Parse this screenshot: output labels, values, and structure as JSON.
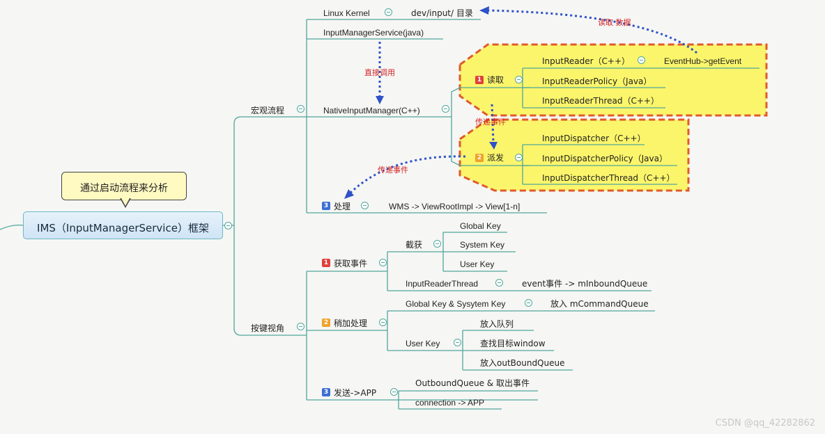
{
  "root": {
    "label": "IMS（InputManagerService）框架"
  },
  "callout": "通过启动流程来分析",
  "macro": {
    "label": "宏观流程",
    "linux_kernel": "Linux Kernel",
    "dev_input": "dev/input/ 目录",
    "ims_java": "InputManagerService(java)",
    "native_manager": "NativeInputManager(C++)",
    "read": {
      "num": "1",
      "label": "读取",
      "items": [
        "InputReader（C++）",
        "InputReaderPolicy（Java）",
        "InputReaderThread（C++）"
      ],
      "eventhub": "EventHub->getEvent"
    },
    "dispatch": {
      "num": "2",
      "label": "派发",
      "items": [
        "InputDispatcher（C++）",
        "InputDispatcherPolicy（Java）",
        "InputDispatcherThread（C++）"
      ]
    },
    "handle": {
      "num": "3",
      "label": "处理",
      "detail": "WMS -> ViewRootImpl -> View[1-n]"
    }
  },
  "annotations": {
    "read_data": "读取 数据",
    "direct_call": "直接调用",
    "pass_event_1": "传递事件",
    "pass_event_2": "传递事件"
  },
  "key": {
    "label": "按键视角",
    "get": {
      "num": "1",
      "label": "获取事件",
      "intercept": "截获",
      "intercept_items": [
        "Global Key",
        "System Key",
        "User Key"
      ],
      "reader_thread": "InputReaderThread",
      "inbound": "event事件 -> mInboundQueue"
    },
    "process": {
      "num": "2",
      "label": "稍加处理",
      "global_sys": "Global Key & Sysytem Key",
      "command_queue": "放入 mCommandQueue",
      "user_key": "User Key",
      "user_items": [
        "放入队列",
        "查找目标window",
        "放入outBoundQueue"
      ]
    },
    "send": {
      "num": "3",
      "label": "发送->APP",
      "items": [
        "OutboundQueue & 取出事件",
        "connection -> APP"
      ]
    }
  },
  "watermark": "CSDN @qq_42282862",
  "colors": {
    "wire": "#4fa79b",
    "arrow": "#2f52c8",
    "annotation": "#d12424",
    "highlight": "#fbf56b",
    "highlight_border": "#e05a2a",
    "badge_red": "#e0413a",
    "badge_orange": "#f0a22a",
    "badge_blue": "#3b6fd6"
  }
}
